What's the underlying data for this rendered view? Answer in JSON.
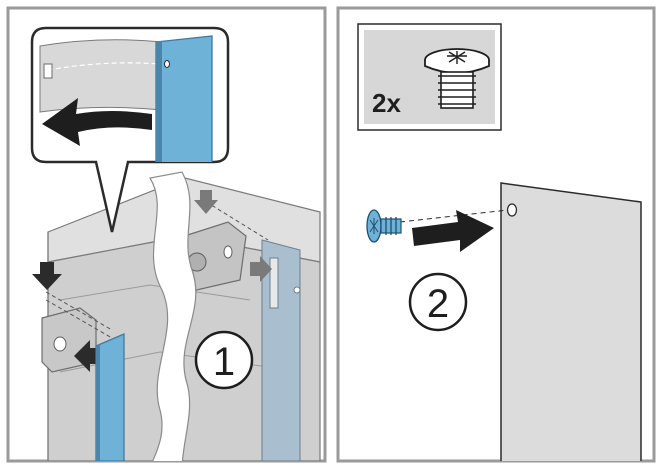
{
  "panels": [
    {
      "id": "panel-1",
      "step": "1"
    },
    {
      "id": "panel-2",
      "step": "2"
    }
  ],
  "parts_box": {
    "quantity": "2x",
    "icon": "screw-icon"
  },
  "colors": {
    "frame": "#9a9a9a",
    "panel_blue": "#6eb2d8",
    "panel_blue_dark": "#4a86ab",
    "cabinet_gray": "#c9c9c9",
    "cabinet_light": "#e2e2e2",
    "door_gray": "#dcdcdc",
    "bracket_gray": "#bdbdbd",
    "arrow": "#2b2b2b",
    "parts_bg": "#d7d7d7"
  }
}
